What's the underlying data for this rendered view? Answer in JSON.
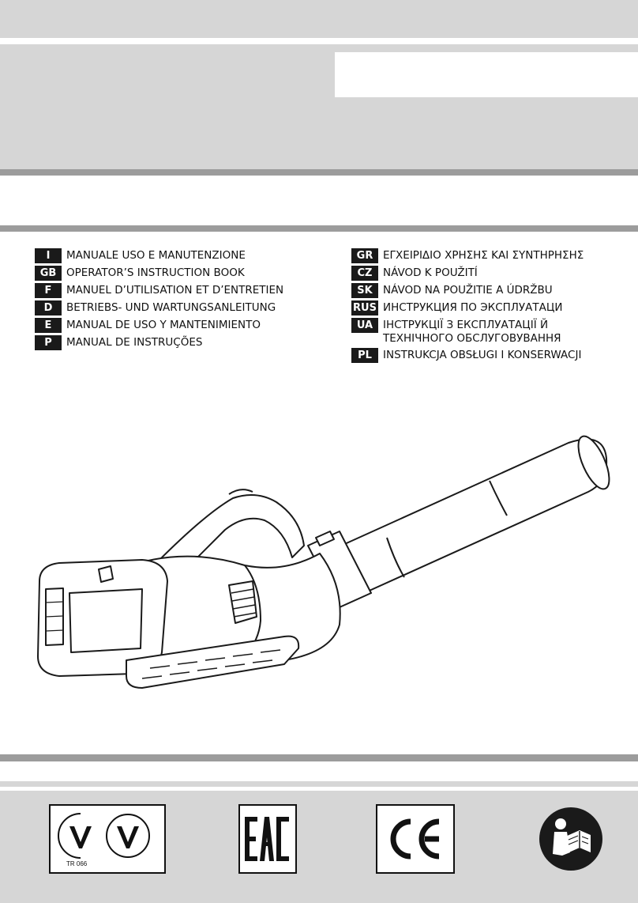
{
  "languages_left": [
    {
      "code": "I",
      "text": "MANUALE USO E MANUTENZIONE"
    },
    {
      "code": "GB",
      "text": "OPERATOR’S INSTRUCTION BOOK"
    },
    {
      "code": "F",
      "text": "MANUEL D’UTILISATION ET D’ENTRETIEN"
    },
    {
      "code": "D",
      "text": "BETRIEBS- UND WARTUNGSANLEITUNG"
    },
    {
      "code": "E",
      "text": "MANUAL DE USO Y MANTENIMIENTO"
    },
    {
      "code": "P",
      "text": "MANUAL DE INSTRUÇÕES"
    }
  ],
  "languages_right": [
    {
      "code": "GR",
      "text": "ΕΓΧΕΙΡΙΔΙΟ ΧΡΗΣΗΣ ΚΑΙ ΣΥΝΤΗΡΗΣΗΣ"
    },
    {
      "code": "CZ",
      "text": "NÁVOD K POUŽITÍ"
    },
    {
      "code": "SK",
      "text": "NÁVOD NA POUŽITIE A ÚDRŽBU"
    },
    {
      "code": "RUS",
      "text": "ИНСТРУКЦИЯ ПО ЭКСПЛУАТАЦИ"
    },
    {
      "code": "UA",
      "text": "ІНСТРУКЦІЇ З ЕКСПЛУАТАЦІЇ Й",
      "text2": "ТЕХНІЧНОГО ОБСЛУГОВУВАННЯ"
    },
    {
      "code": "PL",
      "text": "INSTRUKCJA OBSŁUGI I KONSERWACJI"
    }
  ],
  "footer": {
    "ukr_label": "TR 066",
    "eac_mark": "EAC",
    "ce_mark": "CE"
  },
  "icons": [
    "ukr-conformity-icon",
    "eac-icon",
    "ce-icon",
    "read-manual-icon"
  ],
  "colors": {
    "band_light": "#d6d6d6",
    "band_dark": "#9c9c9c",
    "ink": "#1a1a1a"
  }
}
